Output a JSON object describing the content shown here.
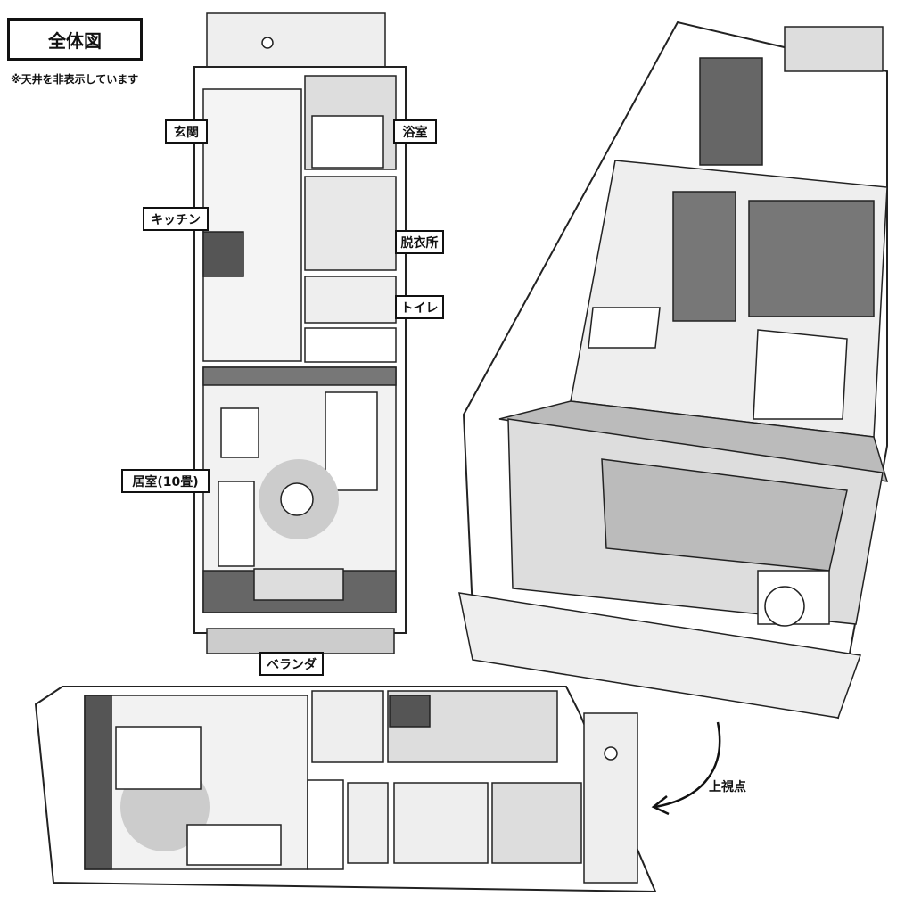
{
  "title": "全体図",
  "note": "※天井を非表示しています",
  "rooms": {
    "entrance": "玄関",
    "bathroom": "浴室",
    "kitchen": "キッチン",
    "dressing_room": "脱衣所",
    "toilet": "トイレ",
    "living_room": "居室(10畳)",
    "veranda": "ベランダ"
  },
  "top_view_label": "上視点"
}
